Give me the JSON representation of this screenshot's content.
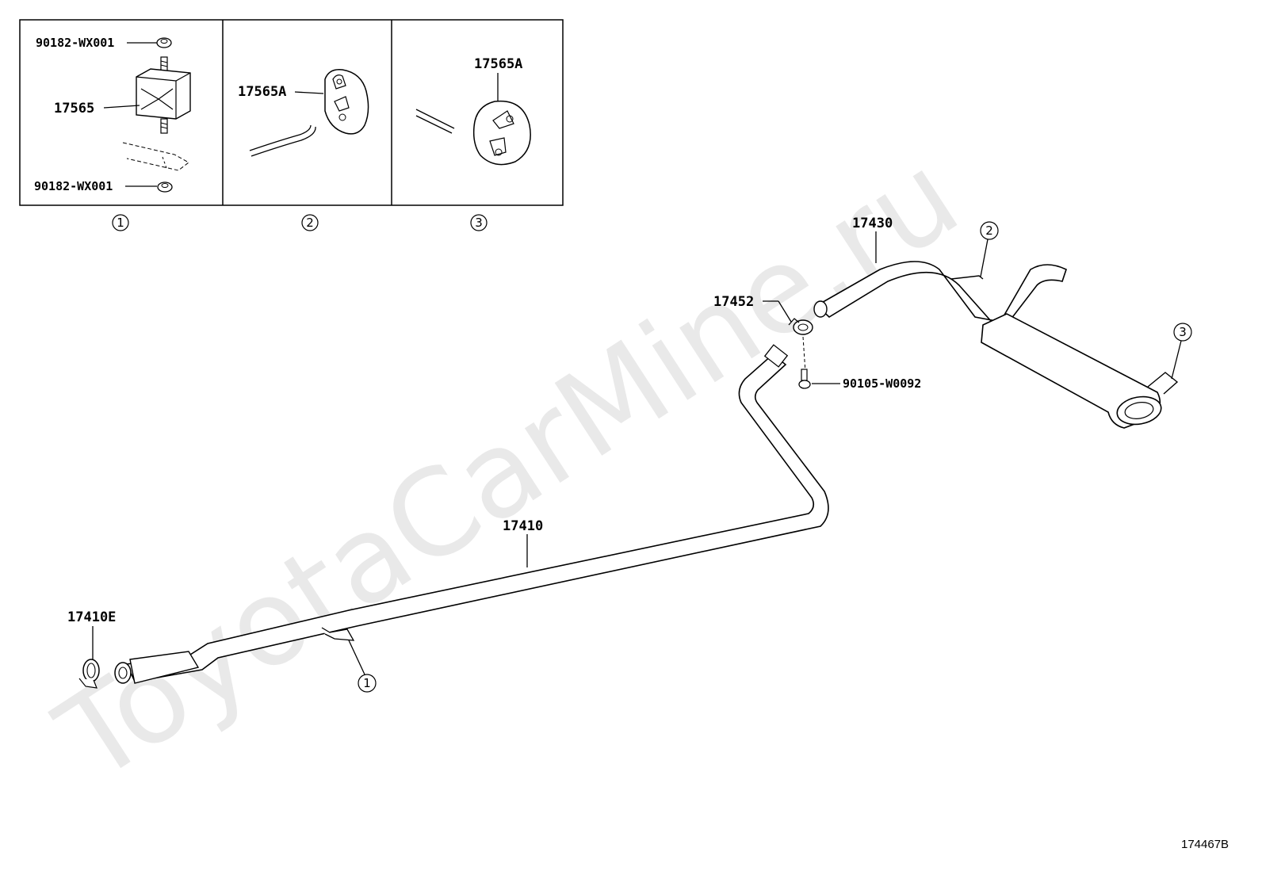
{
  "watermark": "ToyotaCarMine.ru",
  "diagram_ref": "174467B",
  "insets": [
    {
      "number": "1",
      "labels": [
        "90182-WX001",
        "17565",
        "90182-WX001"
      ]
    },
    {
      "number": "2",
      "labels": [
        "17565A"
      ]
    },
    {
      "number": "3",
      "labels": [
        "17565A"
      ]
    }
  ],
  "parts": {
    "tail_pipe": "17430",
    "gasket": "17452",
    "bolt": "90105-W0092",
    "front_pipe": "17410",
    "clamp": "17410E"
  },
  "callouts": {
    "rear_hanger": "2",
    "tail_hanger": "3",
    "front_hanger": "1"
  }
}
